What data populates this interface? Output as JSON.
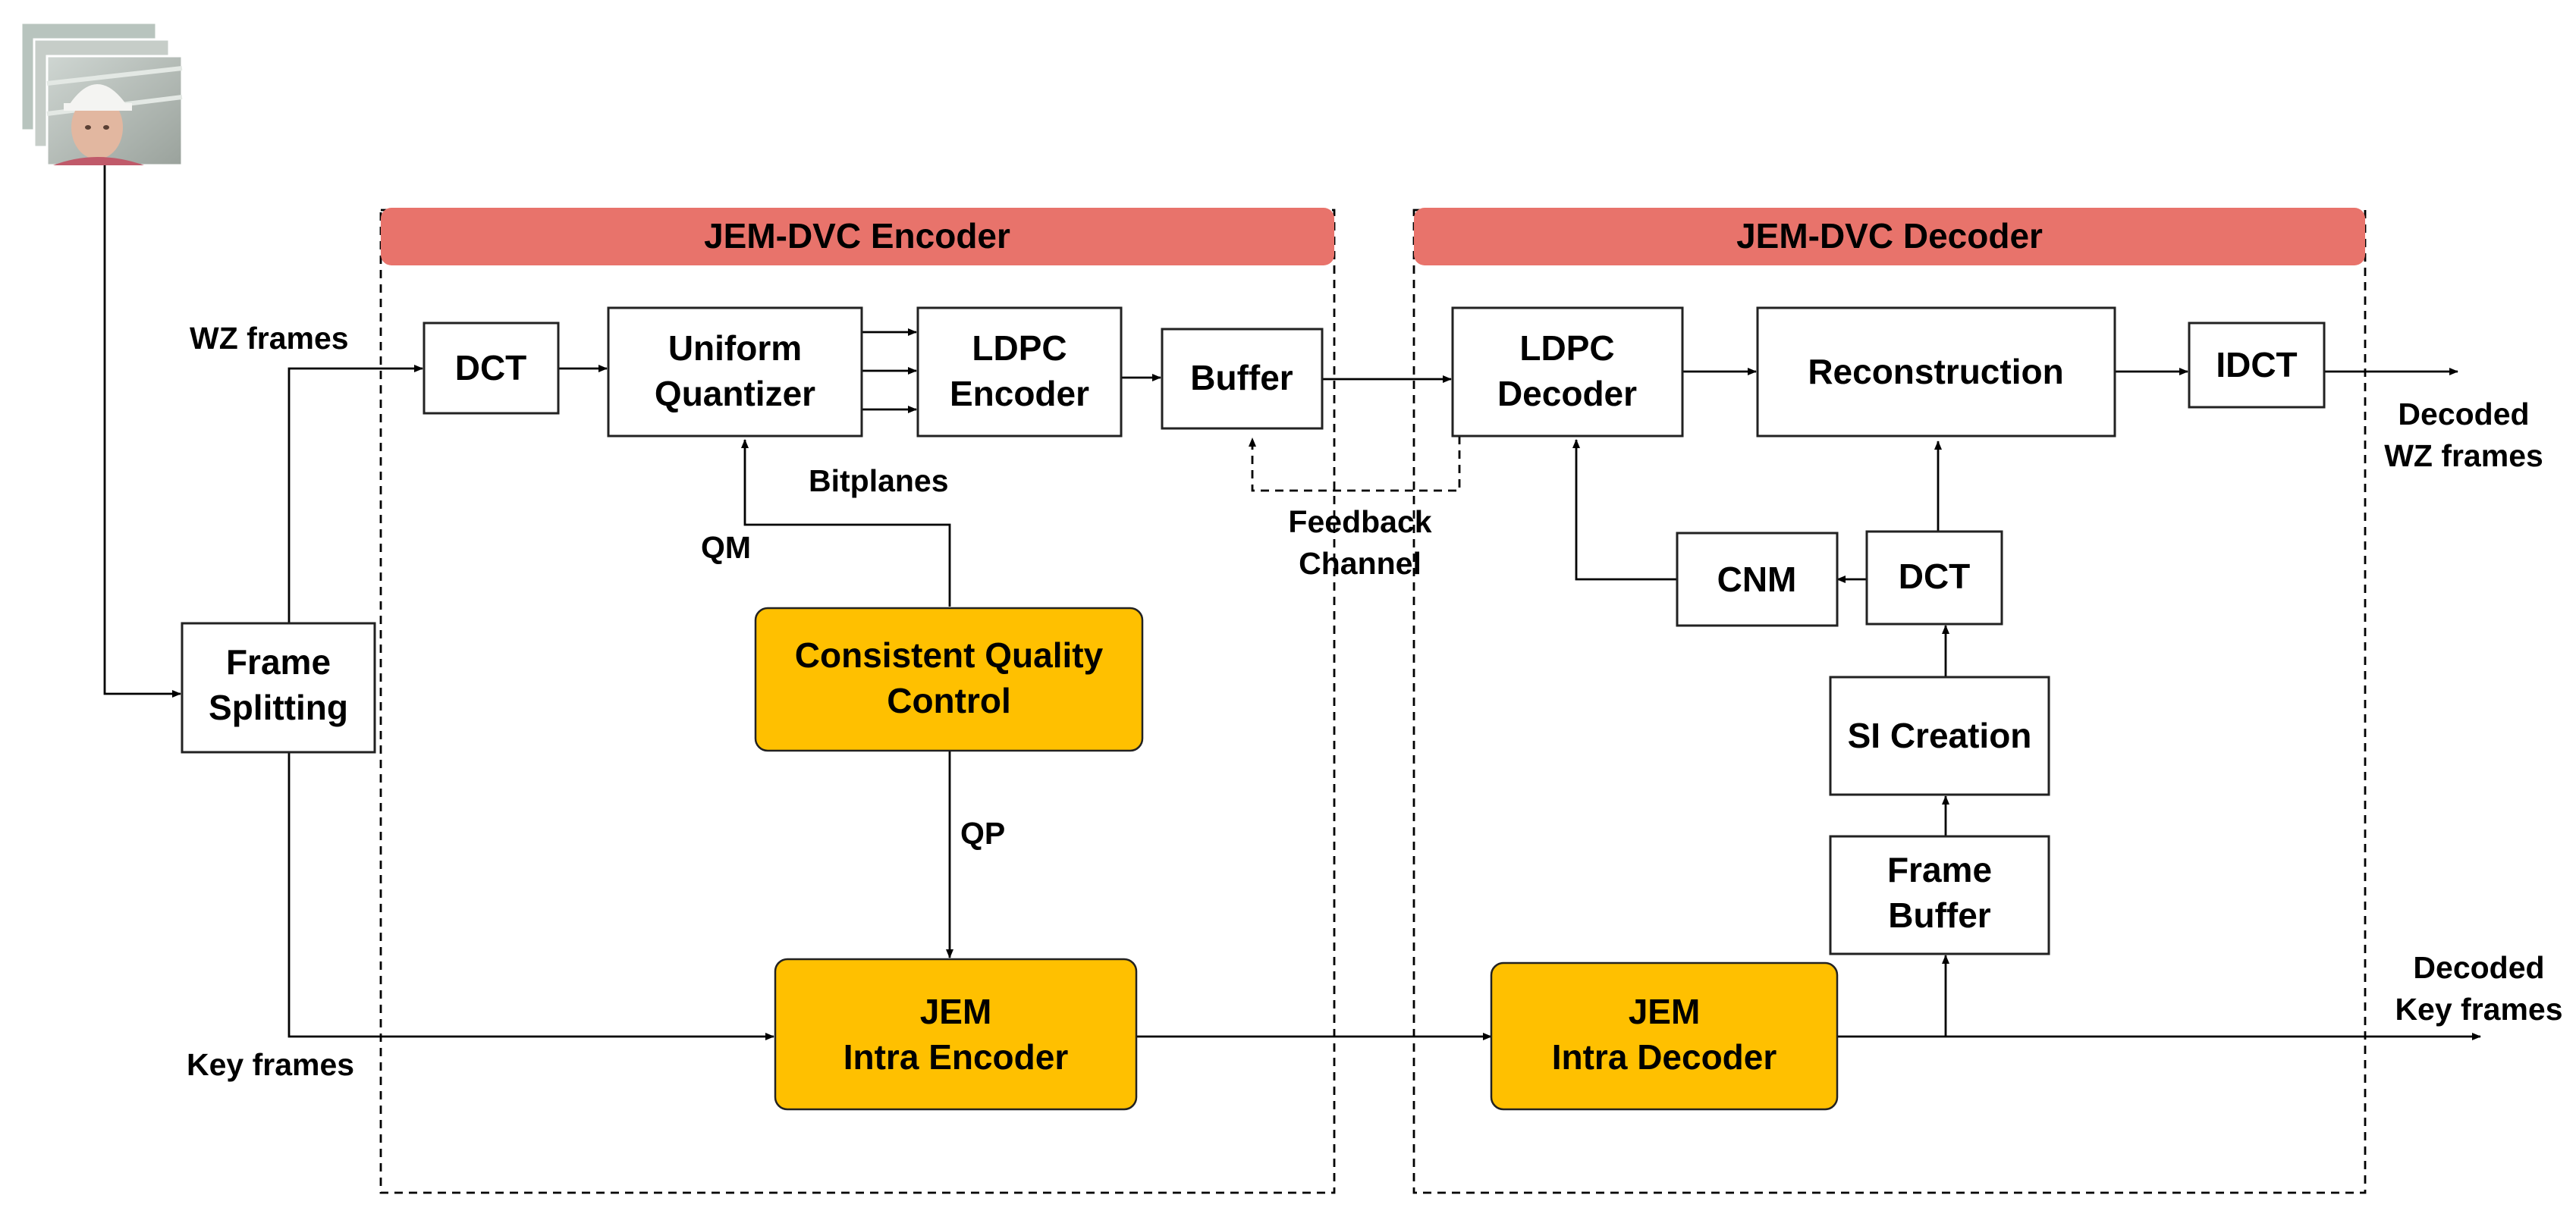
{
  "encoder": {
    "title": "JEM-DVC Encoder",
    "dct": "DCT",
    "quantizer": [
      "Uniform",
      "Quantizer"
    ],
    "ldpc": [
      "LDPC",
      "Encoder"
    ],
    "buffer": "Buffer",
    "cqc": [
      "Consistent Quality",
      "Control"
    ],
    "intra": [
      "JEM",
      "Intra Encoder"
    ],
    "header_color": "#e8736b"
  },
  "decoder": {
    "title": "JEM-DVC Decoder",
    "ldpc": [
      "LDPC",
      "Decoder"
    ],
    "reconstruction": "Reconstruction",
    "idct": "IDCT",
    "cnm": "CNM",
    "dct": "DCT",
    "si": "SI Creation",
    "frame_buffer": [
      "Frame",
      "Buffer"
    ],
    "intra": [
      "JEM",
      "Intra Decoder"
    ],
    "header_color": "#e8736b"
  },
  "input": {
    "frame_splitting": [
      "Frame",
      "Splitting"
    ],
    "video_frames_icon": "video-frames-thumbnail"
  },
  "labels": {
    "wz_frames": "WZ frames",
    "key_frames": "Key frames",
    "bitplanes": "Bitplanes",
    "qm": "QM",
    "qp": "QP",
    "feedback": [
      "Feedback",
      "Channel"
    ],
    "decoded_wz": [
      "Decoded",
      "WZ frames"
    ],
    "decoded_key": [
      "Decoded",
      "Key frames"
    ]
  },
  "colors": {
    "gold": "#ffc000",
    "header": "#e8736b"
  }
}
